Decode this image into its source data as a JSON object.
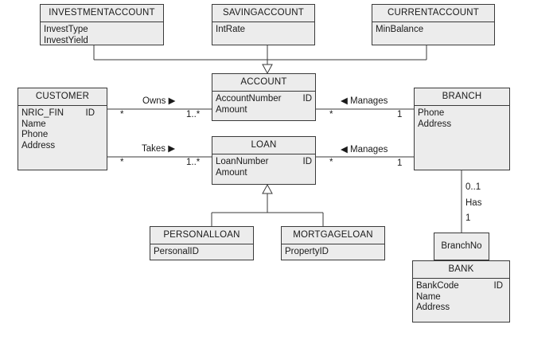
{
  "classes": {
    "investment": {
      "name": "INVESTMENTACCOUNT",
      "attrs": [
        "InvestType",
        "InvestYield"
      ]
    },
    "saving": {
      "name": "SAVINGACCOUNT",
      "attrs": [
        "IntRate"
      ]
    },
    "current": {
      "name": "CURRENTACCOUNT",
      "attrs": [
        "MinBalance"
      ]
    },
    "account": {
      "name": "ACCOUNT",
      "attrs": [
        "AccountNumber",
        "Amount"
      ],
      "id_tag": "ID"
    },
    "customer": {
      "name": "CUSTOMER",
      "attrs": [
        "NRIC_FIN",
        "Name",
        "Phone",
        "Address"
      ],
      "id_tag": "ID"
    },
    "branch": {
      "name": "BRANCH",
      "attrs": [
        "Phone",
        "Address"
      ]
    },
    "loan": {
      "name": "LOAN",
      "attrs": [
        "LoanNumber",
        "Amount"
      ],
      "id_tag": "ID"
    },
    "personalloan": {
      "name": "PERSONALLOAN",
      "attrs": [
        "PersonalID"
      ]
    },
    "mortgageloan": {
      "name": "MORTGAGELOAN",
      "attrs": [
        "PropertyID"
      ]
    },
    "bank": {
      "name": "BANK",
      "attrs": [
        "BankCode",
        "Name",
        "Address"
      ],
      "id_tag": "ID"
    }
  },
  "qualifier": {
    "name": "BranchNo"
  },
  "associations": {
    "owns": {
      "label": "Owns ▶",
      "end_customer": "*",
      "end_account": "1..*"
    },
    "takes": {
      "label": "Takes ▶",
      "end_customer": "*",
      "end_loan": "1..*"
    },
    "manages_account": {
      "label": "◀ Manages",
      "end_account": "*",
      "end_branch": "1"
    },
    "manages_loan": {
      "label": "◀ Manages",
      "end_loan": "*",
      "end_branch": "1"
    },
    "has": {
      "label": "Has",
      "end_branch": "0..1",
      "end_bank": "1"
    }
  },
  "colors": {
    "box_fill": "#ececec",
    "line": "#3a3a3a"
  }
}
